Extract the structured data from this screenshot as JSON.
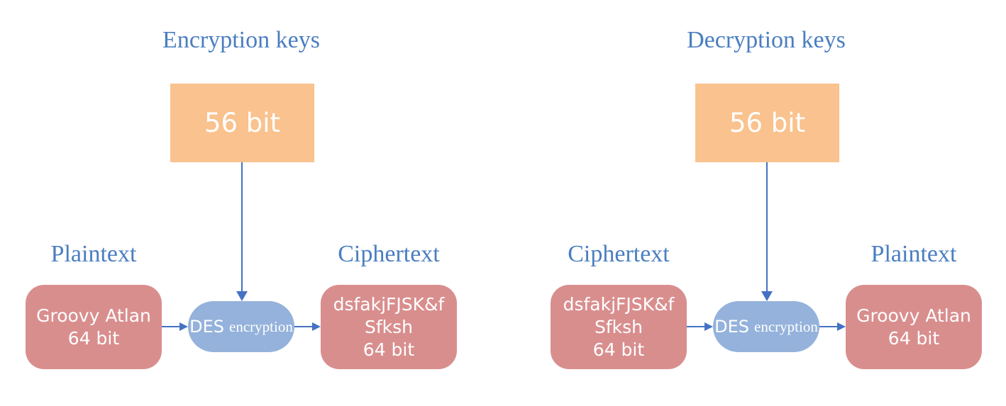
{
  "colors": {
    "title_text": "#4a7ec0",
    "arrow": "#4472c4",
    "key_box_fill": "#f9c28e",
    "data_box_fill": "#d98e8e",
    "process_box_fill": "#94b2db",
    "box_text": "#ffffff"
  },
  "diagrams": [
    {
      "title": "Encryption keys",
      "key_label": "56 bit",
      "input_label": "Plaintext",
      "input_lines": [
        "Groovy Atlan",
        "64 bit"
      ],
      "process_name": "DES",
      "process_mode": "encryption",
      "output_label": "Ciphertext",
      "output_lines": [
        "dsfakjFJSK&f",
        "Sfksh",
        "64 bit"
      ]
    },
    {
      "title": "Decryption keys",
      "key_label": "56 bit",
      "input_label": "Ciphertext",
      "input_lines": [
        "dsfakjFJSK&f",
        "Sfksh",
        "64 bit"
      ],
      "process_name": "DES",
      "process_mode": "encryption",
      "output_label": "Plaintext",
      "output_lines": [
        "Groovy Atlan",
        "64 bit"
      ]
    }
  ]
}
